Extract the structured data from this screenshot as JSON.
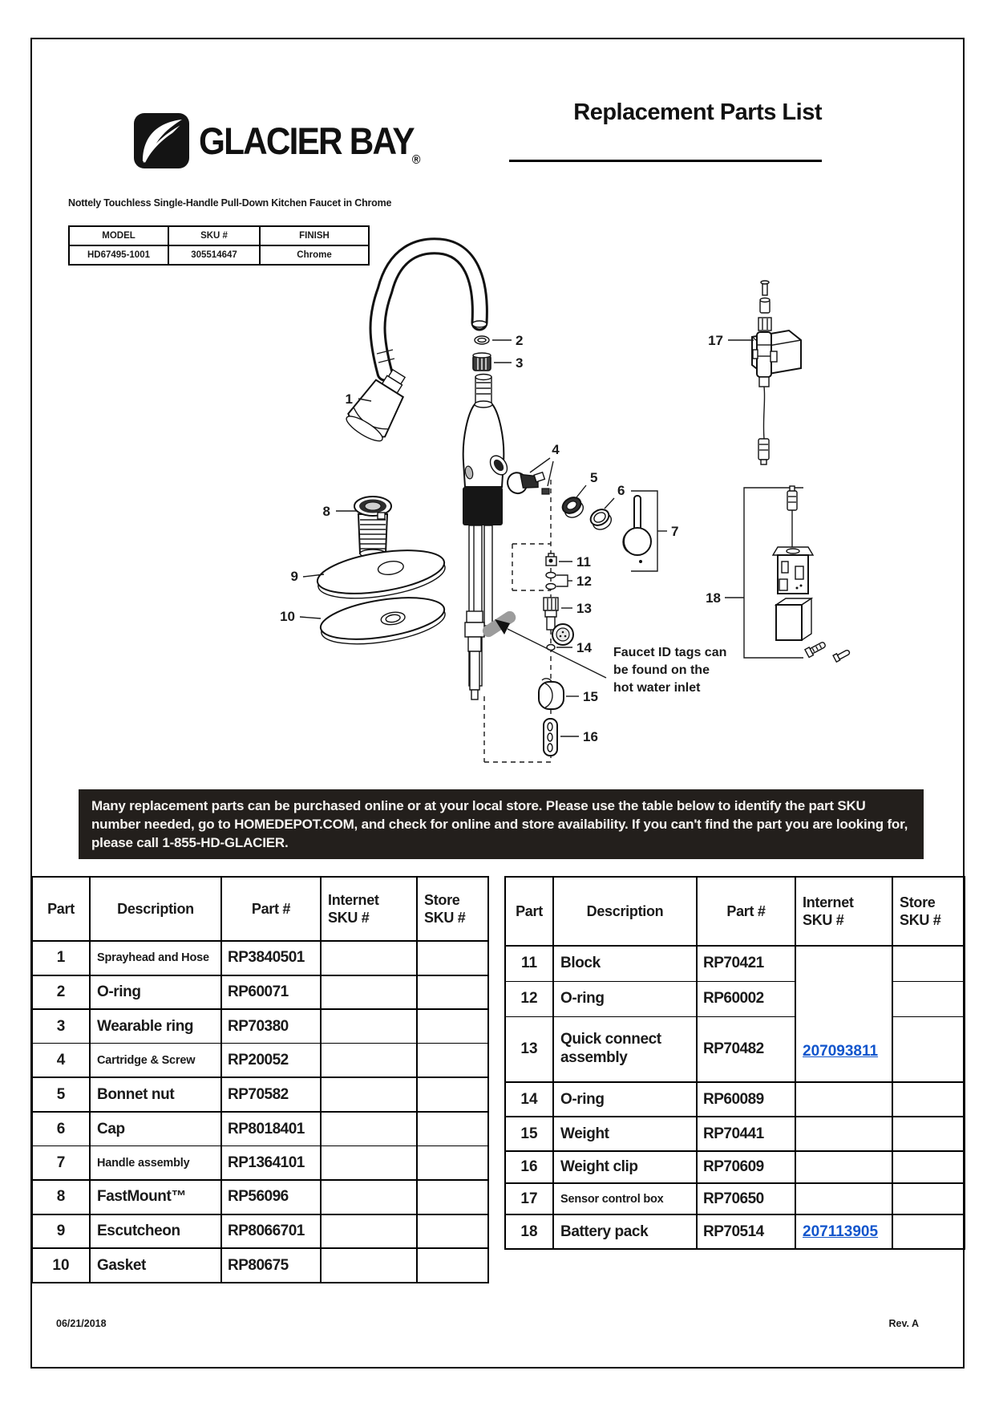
{
  "page": {
    "brand": "GLACIER BAY",
    "registered": "®",
    "doc_title": "Replacement Parts List",
    "product_name": "Nottely Touchless Single-Handle Pull-Down Kitchen Faucet in Chrome",
    "footer_date": "06/21/2018",
    "footer_rev": "Rev. A"
  },
  "product_table": {
    "headers": [
      "MODEL",
      "SKU #",
      "FINISH"
    ],
    "row": [
      "HD67495-1001",
      "305514647",
      "Chrome"
    ]
  },
  "banner": {
    "text": "Many replacement parts can be purchased online or at your local store. Please use the table below to identify the part SKU number needed, go to HOMEDEPOT.COM, and check for online and store availability. If you can't find the part you are looking for, please call 1-855-HD-GLACIER.",
    "bg_color": "#231f1c"
  },
  "diagram": {
    "note_line1": "Faucet ID tags can",
    "note_line2": "be found on the",
    "note_line3": "hot water inlet",
    "callouts": [
      "1",
      "2",
      "3",
      "4",
      "5",
      "6",
      "7",
      "8",
      "9",
      "10",
      "11",
      "12",
      "13",
      "14",
      "15",
      "16",
      "17",
      "18"
    ]
  },
  "parts_tables": {
    "headers": {
      "part": "Part",
      "description": "Description",
      "part_no": "Part #",
      "internet_sku": "Internet\nSKU #",
      "store_sku": "Store\nSKU #"
    },
    "left_rows": [
      {
        "num": "1",
        "desc": "Sprayhead and Hose",
        "part_no": "RP3840501"
      },
      {
        "num": "2",
        "desc": "O-ring",
        "part_no": "RP60071"
      },
      {
        "num": "3",
        "desc": "Wearable ring",
        "part_no": "RP70380"
      },
      {
        "num": "4",
        "desc": "Cartridge & Screw",
        "part_no": "RP20052"
      },
      {
        "num": "5",
        "desc": "Bonnet nut",
        "part_no": "RP70582"
      },
      {
        "num": "6",
        "desc": "Cap",
        "part_no": "RP8018401"
      },
      {
        "num": "7",
        "desc": "Handle assembly",
        "part_no": "RP1364101"
      },
      {
        "num": "8",
        "desc": "FastMount™",
        "part_no": "RP56096"
      },
      {
        "num": "9",
        "desc": "Escutcheon",
        "part_no": "RP8066701"
      },
      {
        "num": "10",
        "desc": "Gasket",
        "part_no": "RP80675"
      }
    ],
    "right_rows": [
      {
        "num": "11",
        "desc": "Block",
        "part_no": "RP70421"
      },
      {
        "num": "12",
        "desc": "O-ring",
        "part_no": "RP60002"
      },
      {
        "num": "13",
        "desc": "Quick connect assembly",
        "part_no": "RP70482"
      },
      {
        "num": "14",
        "desc": "O-ring",
        "part_no": "RP60089"
      },
      {
        "num": "15",
        "desc": "Weight",
        "part_no": "RP70441"
      },
      {
        "num": "16",
        "desc": "Weight clip",
        "part_no": "RP70609"
      },
      {
        "num": "17",
        "desc": "Sensor control box",
        "part_no": "RP70650"
      },
      {
        "num": "18",
        "desc": "Battery pack",
        "part_no": "RP70514"
      }
    ],
    "links": {
      "sku_11_13": "207093811",
      "sku_18": "207113905",
      "color": "#1155cc"
    }
  }
}
